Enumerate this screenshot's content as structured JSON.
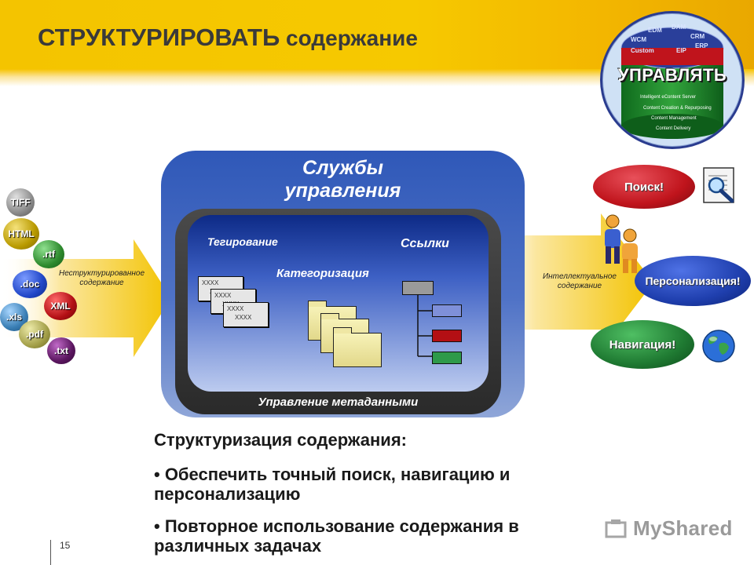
{
  "header": {
    "title_caps": "СТРУКТУРИРОВАТЬ",
    "title_rest": " содержание"
  },
  "seal": {
    "label": "УПРАВЛЯТЬ",
    "segments": [
      "EDM",
      "DAM",
      "WCM",
      "CRM",
      "ERP",
      "EIP",
      "Custom"
    ],
    "lines": [
      "Intelligent eContent Server",
      "Content Creation & Repurposing",
      "Content Management",
      "Content Delivery"
    ]
  },
  "formats": {
    "items": [
      {
        "label": "TIFF",
        "color": "#8a8a8a"
      },
      {
        "label": "HTML",
        "color": "#b99a00"
      },
      {
        "label": ".rtf",
        "color": "#2e8a2e"
      },
      {
        "label": ".doc",
        "color": "#2147c8"
      },
      {
        "label": "XML",
        "color": "#b30f14"
      },
      {
        "label": ".xls",
        "color": "#3a7fb5"
      },
      {
        "label": ".pdf",
        "color": "#a4a04a"
      },
      {
        "label": ".txt",
        "color": "#5b1660"
      }
    ],
    "unstructured_label": "Неструктурированное содержание"
  },
  "services": {
    "title": "Службы управления",
    "tagging": "Тегирование",
    "categorization": "Категоризация",
    "links": "Ссылки",
    "metadata": "Управление метаданными",
    "tag_text": "XXXX"
  },
  "output": {
    "intellectual_label": "Интеллектуальное содержание",
    "search": "Поиск!",
    "personalization": "Персонализация!",
    "navigation": "Навигация!"
  },
  "body": {
    "heading": "Структуризация содержания:",
    "bullets": [
      "• Обеспечить точный поиск, навигацию и персонализацию",
      "• Повторное использование содержания в различных задачах"
    ]
  },
  "footer": {
    "page_number": "15",
    "watermark": "MyShared"
  },
  "colors": {
    "header": "#f4c400",
    "services_blue": "#2f58b8",
    "search_red": "#c0141c",
    "personalization_blue": "#1f3fae",
    "navigation_green": "#1f7a32"
  }
}
